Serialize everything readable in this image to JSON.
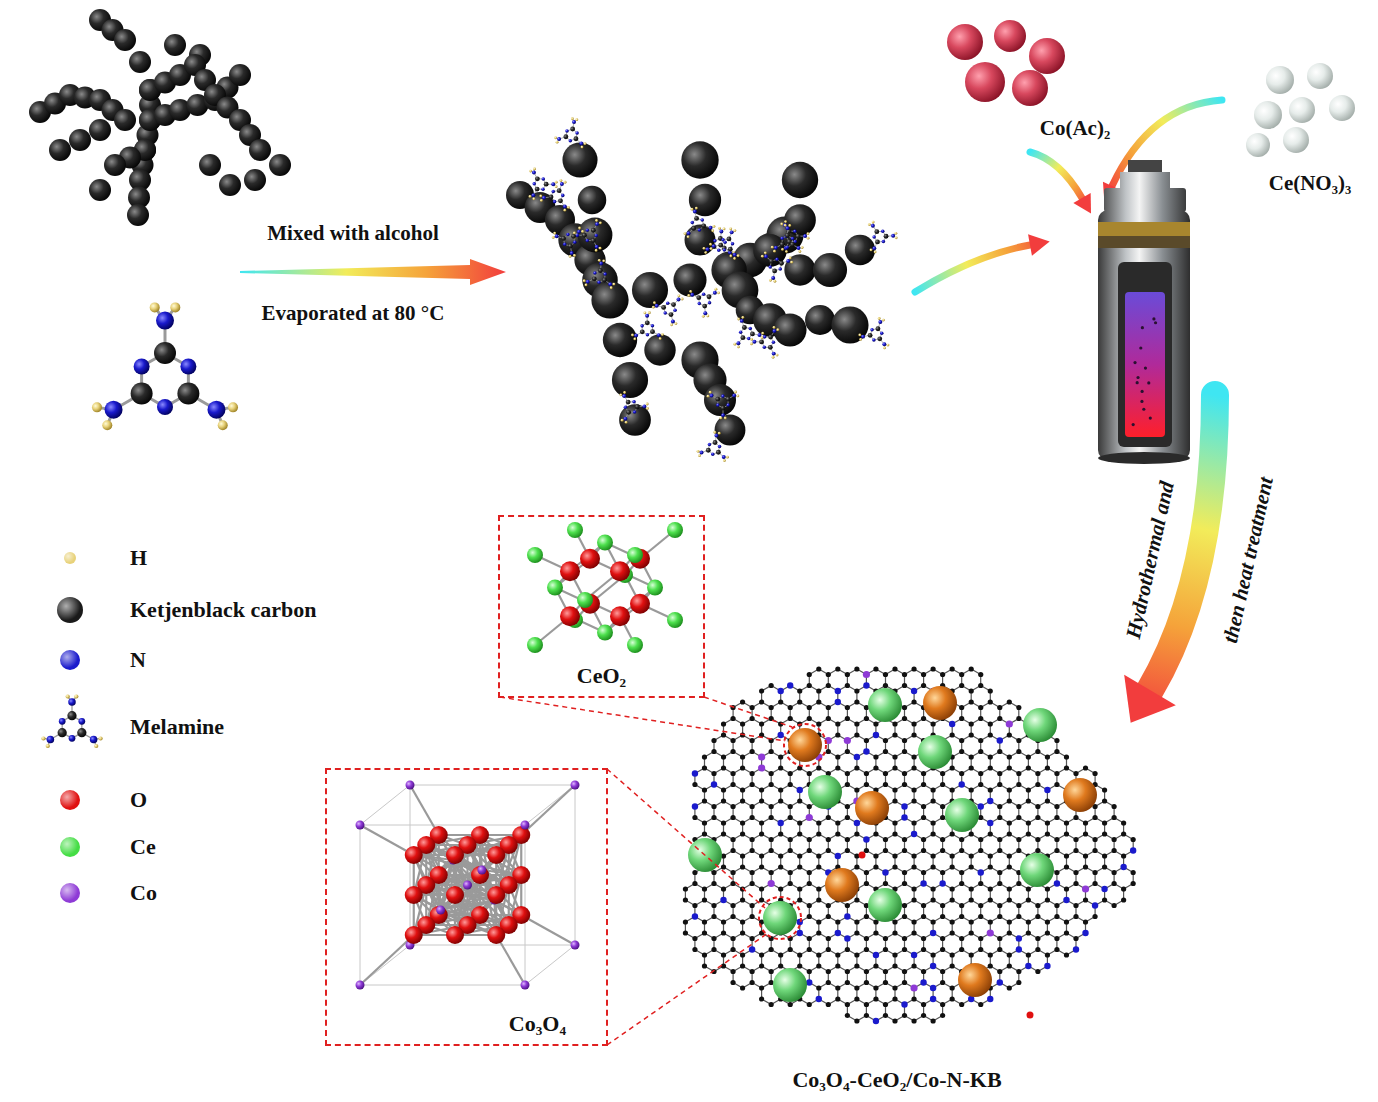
{
  "diagram": {
    "nodes": [
      {
        "text": [
          "CeO₂"
        ]
      },
      {
        "text": [
          "Co₃O₄"
        ]
      }
    ],
    "labels": [
      "Mixed with alcohol",
      "Evaporated at 80 °C",
      "Co(Ac)₂",
      "Ce(NO₃)₃",
      "Hydrothermal and",
      "then heat treatment",
      "Co₃O₄-CeO₂/Co-N-KB"
    ],
    "legend": [
      {
        "text": "H",
        "color": "#e8d27a"
      },
      {
        "text": "Ketjenblack carbon",
        "color": "#1a1a1a"
      },
      {
        "text": "N",
        "color": "#1a1acc"
      },
      {
        "text": "Melamine"
      },
      {
        "text": "O",
        "color": "#e01010"
      },
      {
        "text": "Ce",
        "color": "#44dd44"
      },
      {
        "text": "Co",
        "color": "#8e3ad6"
      }
    ]
  }
}
